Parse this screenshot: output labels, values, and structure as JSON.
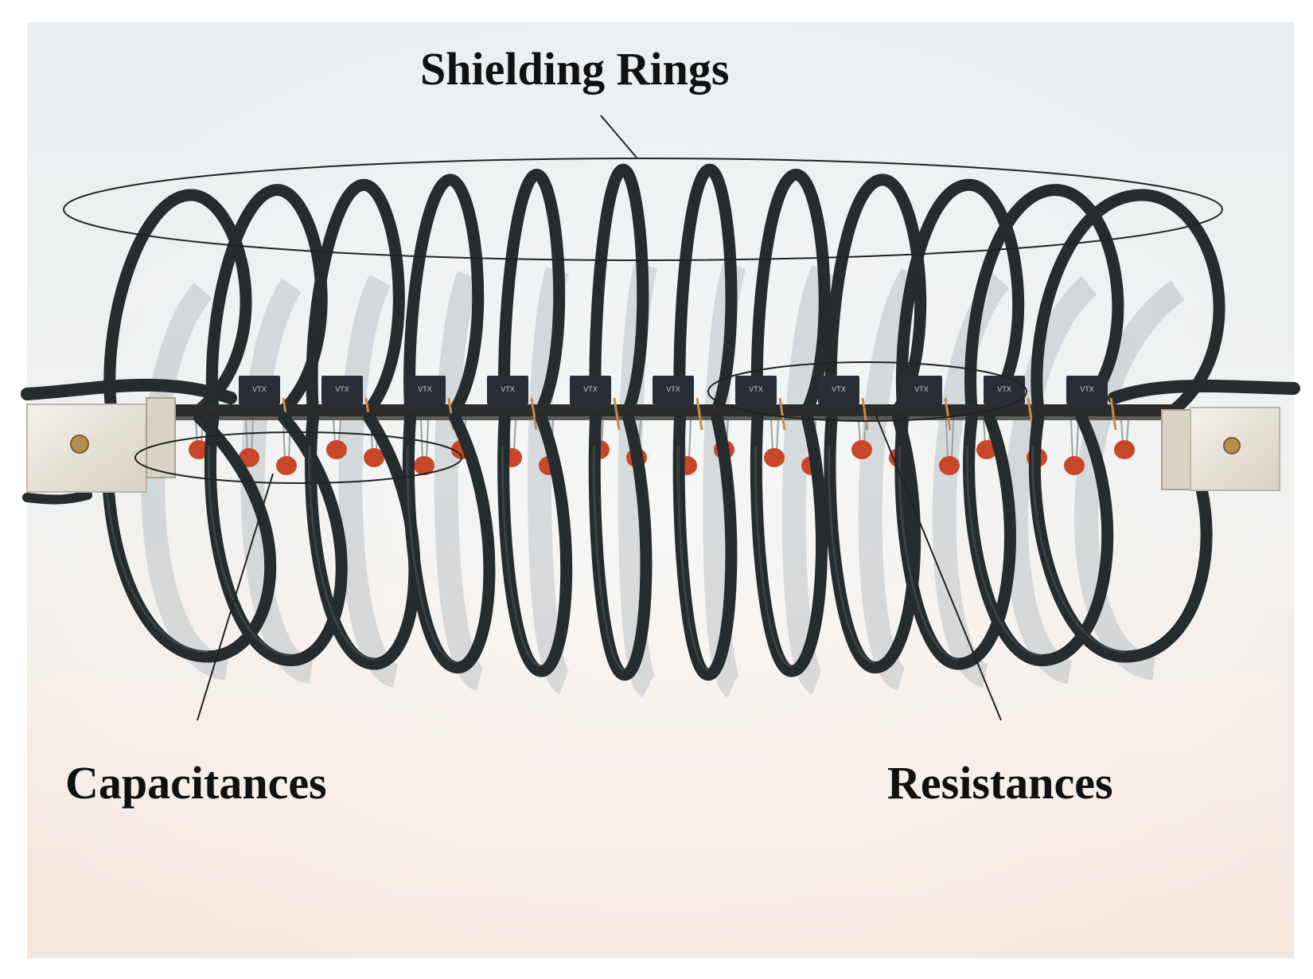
{
  "labels": {
    "shielding_rings": "Shielding Rings",
    "capacitances": "Capacitances",
    "resistances": "Resistances"
  },
  "colors": {
    "cable": "#262b2d",
    "cable_highlight": "#4a5254",
    "board": "#2c2c2c",
    "capacitor": "#c8462a",
    "resistor": "#2a2d33",
    "bracket": "#ece7dd",
    "copper": "#c98a4a",
    "annotation_line": "#222222"
  },
  "photo": {
    "ring_count": 12,
    "resistor_marking": "VTX"
  }
}
